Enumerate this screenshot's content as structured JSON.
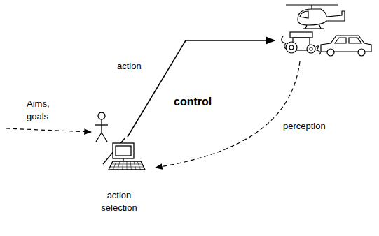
{
  "diagram": {
    "nodes": [
      {
        "text": [
          "action selection"
        ]
      }
    ],
    "labels": [
      "Aims, goals",
      "action",
      "control",
      "perception"
    ]
  }
}
